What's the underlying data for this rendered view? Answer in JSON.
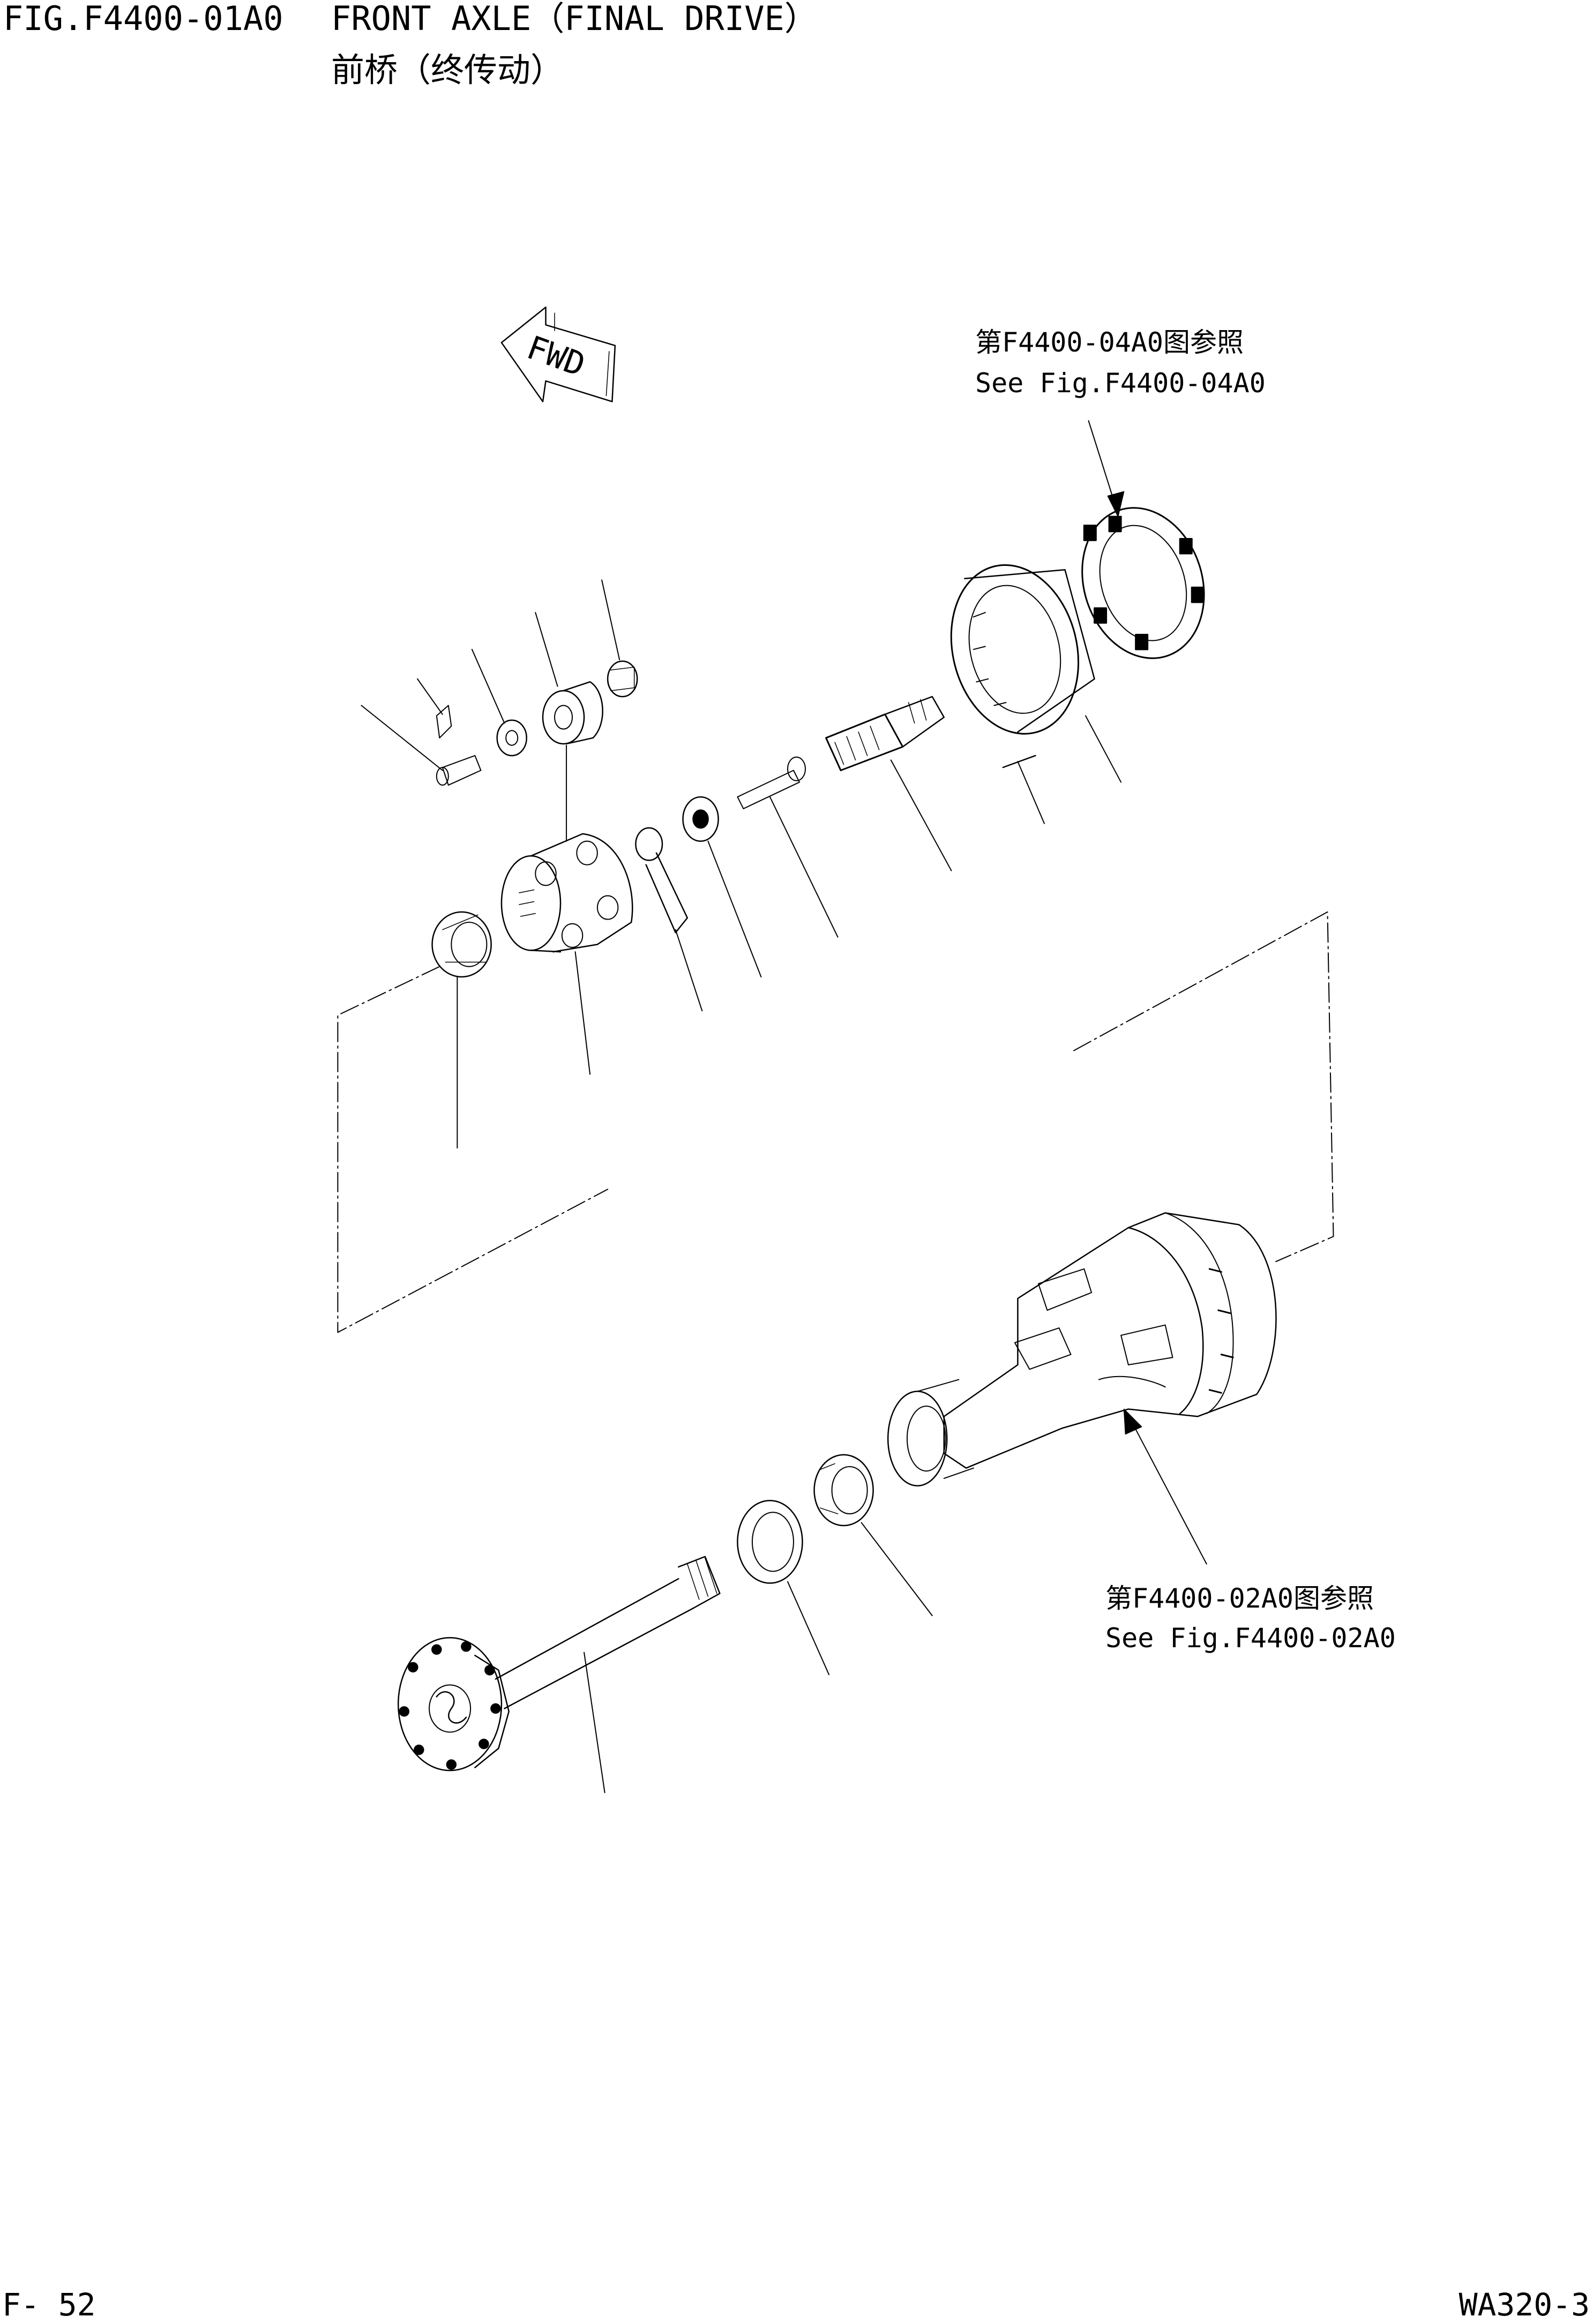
{
  "header": {
    "figure_number": "FIG.F4400-01A0",
    "title_en": "FRONT AXLE（FINAL DRIVE）",
    "title_cn": "前桥（终传动）"
  },
  "diagram": {
    "fwd_arrow_label": "FWD",
    "refs": [
      {
        "cn": "第F4400-04A0图参照",
        "en": "See Fig.F4400-04A0"
      },
      {
        "cn": "第F4400-02A0图参照",
        "en": "See Fig.F4400-02A0"
      }
    ]
  },
  "footer": {
    "page": "F- 52",
    "model": "WA320-3"
  }
}
